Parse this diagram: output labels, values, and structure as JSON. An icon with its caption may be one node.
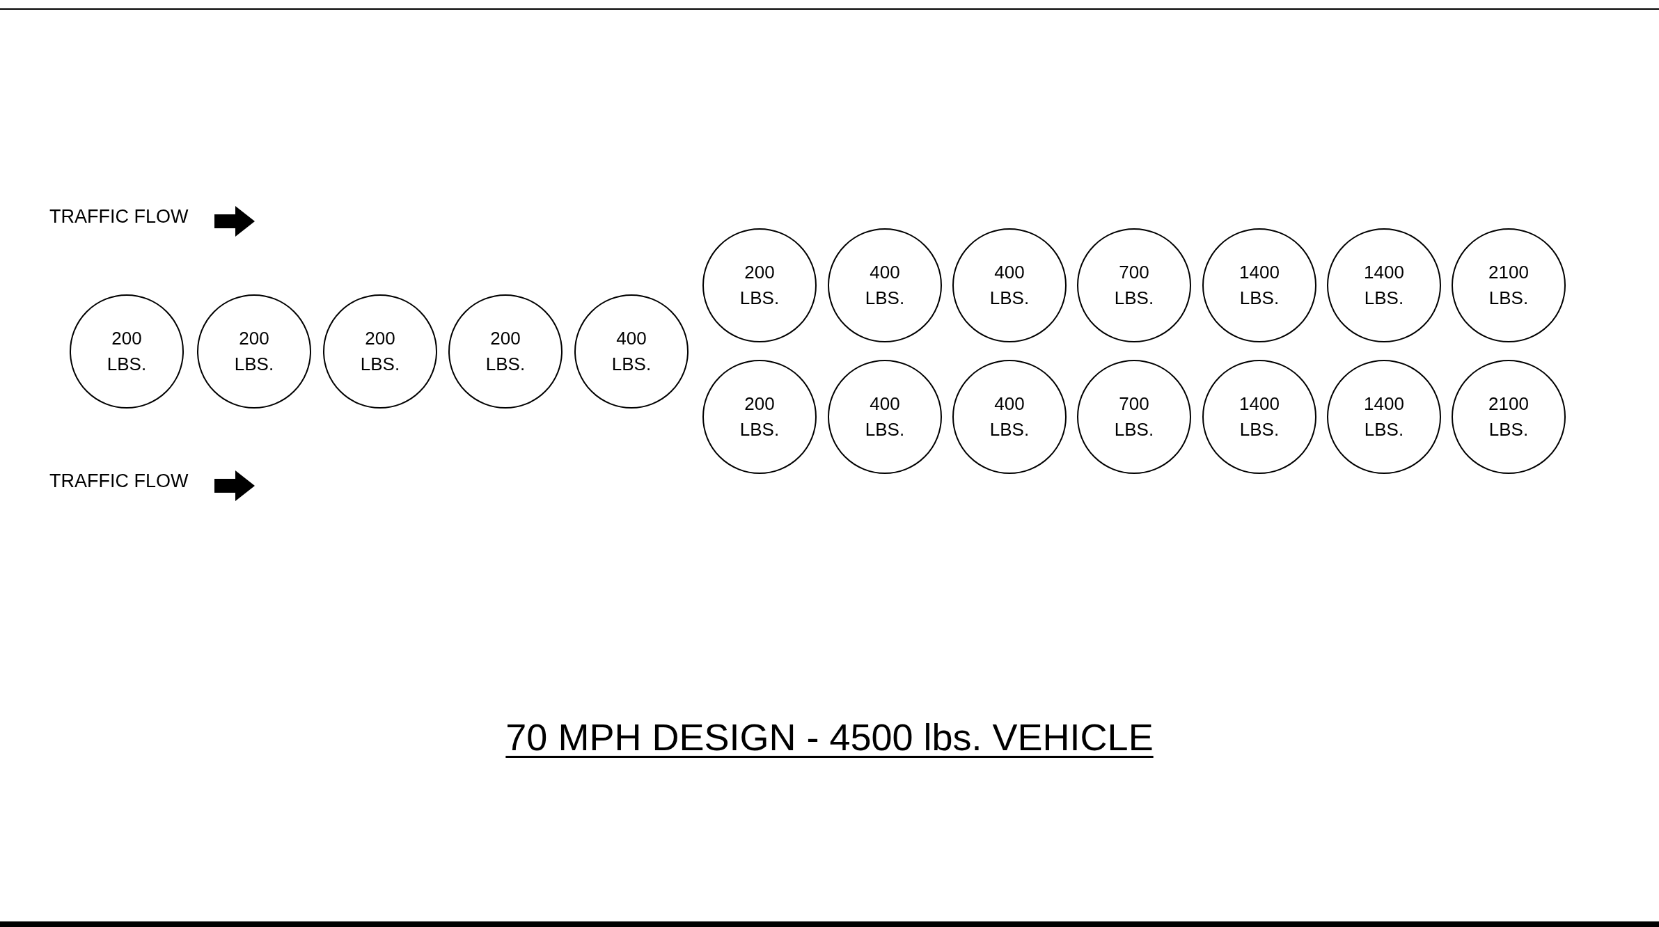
{
  "diagram": {
    "title": "70 MPH DESIGN - 4500 lbs. VEHICLE",
    "nodes": [
      {
        "text": [
          "200 LBS."
        ]
      },
      {
        "text": [
          "200 LBS."
        ]
      },
      {
        "text": [
          "200 LBS."
        ]
      },
      {
        "text": [
          "200 LBS."
        ]
      },
      {
        "text": [
          "400 LBS."
        ]
      },
      {
        "text": [
          "200 LBS."
        ]
      },
      {
        "text": [
          "400 LBS."
        ]
      },
      {
        "text": [
          "400 LBS."
        ]
      },
      {
        "text": [
          "700 LBS."
        ]
      },
      {
        "text": [
          "1400 LBS."
        ]
      },
      {
        "text": [
          "1400 LBS."
        ]
      },
      {
        "text": [
          "2100 LBS."
        ]
      },
      {
        "text": [
          "200 LBS."
        ]
      },
      {
        "text": [
          "400 LBS."
        ]
      },
      {
        "text": [
          "400 LBS."
        ]
      },
      {
        "text": [
          "700 LBS."
        ]
      },
      {
        "text": [
          "1400 LBS."
        ]
      },
      {
        "text": [
          "1400 LBS."
        ]
      },
      {
        "text": [
          "2100 LBS."
        ]
      }
    ],
    "labels": [
      "TRAFFIC FLOW",
      "TRAFFIC FLOW"
    ]
  }
}
